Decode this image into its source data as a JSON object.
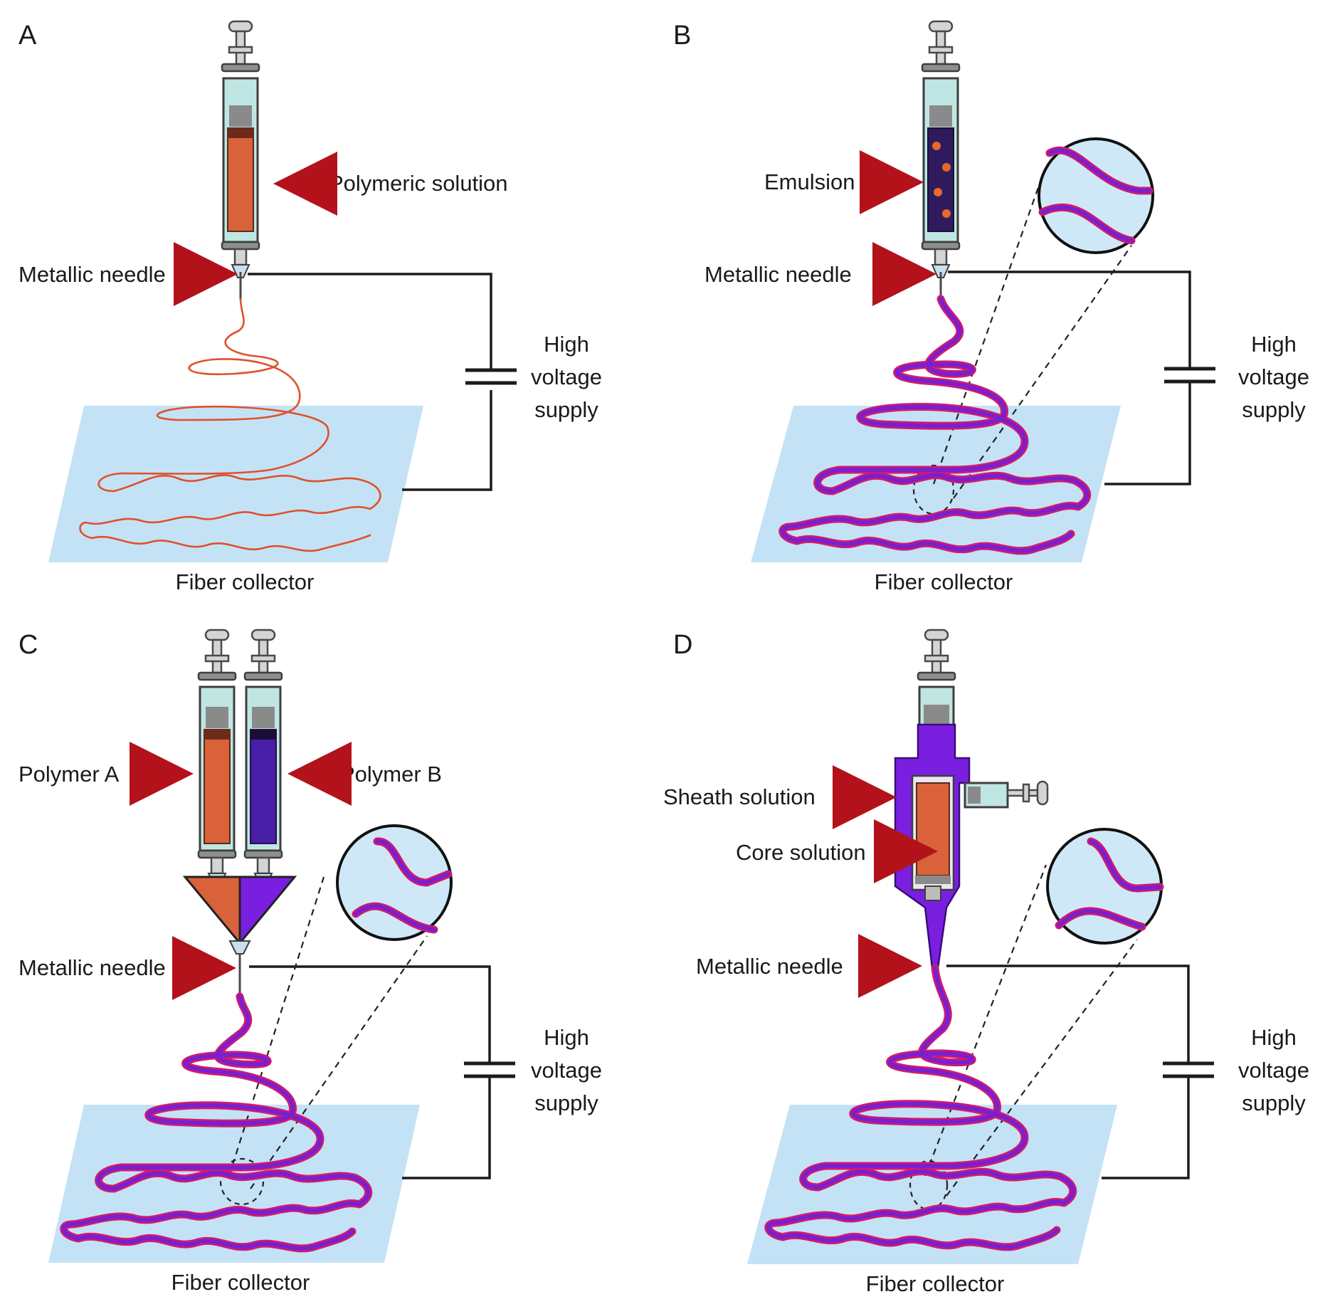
{
  "panels": [
    {
      "letter": "A",
      "solution_label": "Polymeric solution",
      "needle_label": "Metallic needle",
      "supply_label": [
        "High",
        "voltage",
        "supply"
      ],
      "collector_label": "Fiber collector"
    },
    {
      "letter": "B",
      "solution_label": "Emulsion",
      "needle_label": "Metallic needle",
      "supply_label": [
        "High",
        "voltage",
        "supply"
      ],
      "collector_label": "Fiber collector"
    },
    {
      "letter": "C",
      "polymer_a_label": "Polymer A",
      "polymer_b_label": "Polymer B",
      "needle_label": "Metallic needle",
      "supply_label": [
        "High",
        "voltage",
        "supply"
      ],
      "collector_label": "Fiber collector"
    },
    {
      "letter": "D",
      "sheath_label": "Sheath solution",
      "core_label": "Core solution",
      "needle_label": "Metallic needle",
      "supply_label": [
        "High",
        "voltage",
        "supply"
      ],
      "collector_label": "Fiber collector"
    }
  ],
  "colors": {
    "polymer_orange": "#d9623a",
    "polymer_purple": "#6a1fd0",
    "fiber_red": "#d21b6a",
    "collector_blue": "#bfe0f4",
    "arrow_red": "#b3121b"
  }
}
